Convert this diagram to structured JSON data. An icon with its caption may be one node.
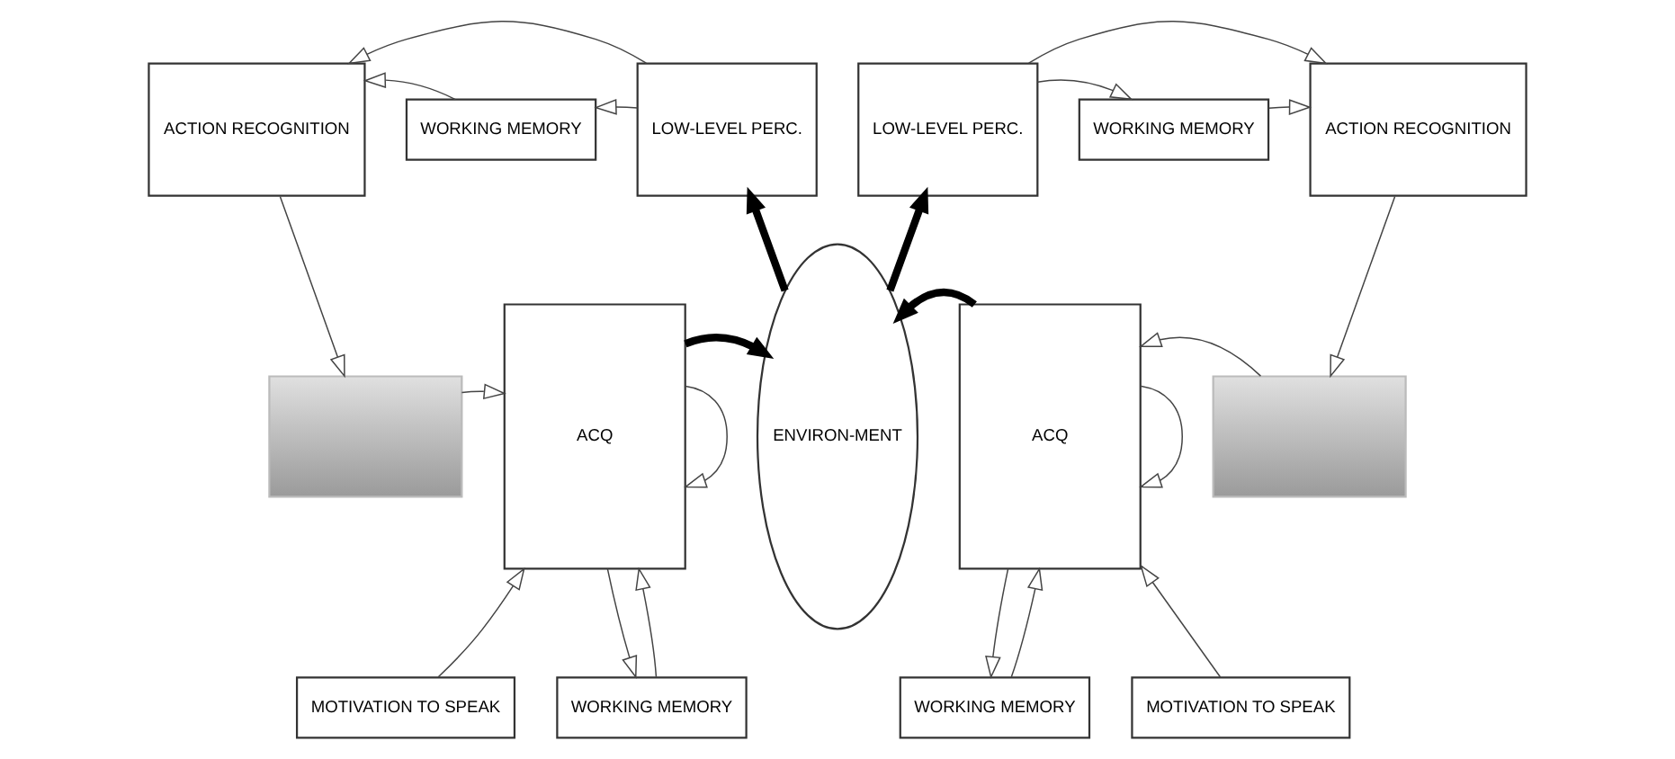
{
  "diagram": {
    "nodes": [
      {
        "text": [
          "ACTION RECOGNITION"
        ]
      },
      {
        "text": [
          "WORKING MEMORY"
        ]
      },
      {
        "text": [
          "LOW-LEVEL PERC."
        ]
      },
      {
        "text": [
          "ENVIRON-MENT"
        ]
      },
      {
        "text": [
          "LOW-LEVEL PERC."
        ]
      },
      {
        "text": [
          "WORKING MEMORY"
        ]
      },
      {
        "text": [
          "ACTION RECOGNITION"
        ]
      },
      {
        "text": [],
        "shape": "picture"
      },
      {
        "text": [
          "ACQ"
        ]
      },
      {
        "text": [
          "ACQ"
        ]
      },
      {
        "text": [],
        "shape": "picture"
      },
      {
        "text": [
          "MOTIVATION TO SPEAK"
        ]
      },
      {
        "text": [
          "WORKING MEMORY"
        ]
      },
      {
        "text": [
          "WORKING MEMORY"
        ]
      },
      {
        "text": [
          "MOTIVATION TO SPEAK"
        ]
      }
    ],
    "edges": [
      {
        "from": 2,
        "to": 1,
        "arrow": "to"
      },
      {
        "from": 1,
        "to": 0,
        "arrow": "to"
      },
      {
        "from": 2,
        "to": 0,
        "arrow": "to"
      },
      {
        "from": 0,
        "to": 7,
        "arrow": "to"
      },
      {
        "from": 7,
        "to": 8,
        "arrow": "to"
      },
      {
        "from": 11,
        "to": 8,
        "arrow": "to"
      },
      {
        "from": 8,
        "to": 8,
        "arrow": "to"
      },
      {
        "from": 12,
        "to": 8,
        "arrow": "to"
      },
      {
        "from": 8,
        "to": 12,
        "arrow": "to"
      },
      {
        "from": 8,
        "to": 3,
        "arrow": "to",
        "style": "thick",
        "color": "#000000"
      },
      {
        "from": 3,
        "to": 4,
        "arrow": "to",
        "style": "thick",
        "color": "#000000"
      },
      {
        "from": 9,
        "to": 3,
        "arrow": "to",
        "style": "thick",
        "color": "#000000"
      },
      {
        "from": 3,
        "to": 2,
        "arrow": "to",
        "style": "thick",
        "color": "#000000"
      },
      {
        "from": 4,
        "to": 5,
        "arrow": "to"
      },
      {
        "from": 5,
        "to": 6,
        "arrow": "to"
      },
      {
        "from": 4,
        "to": 6,
        "arrow": "to"
      },
      {
        "from": 6,
        "to": 10,
        "arrow": "to"
      },
      {
        "from": 10,
        "to": 9,
        "arrow": "to"
      },
      {
        "from": 14,
        "to": 9,
        "arrow": "to"
      },
      {
        "from": 9,
        "to": 9,
        "arrow": "to"
      },
      {
        "from": 9,
        "to": 13,
        "arrow": "to"
      },
      {
        "from": 13,
        "to": 9,
        "arrow": "to"
      }
    ]
  }
}
